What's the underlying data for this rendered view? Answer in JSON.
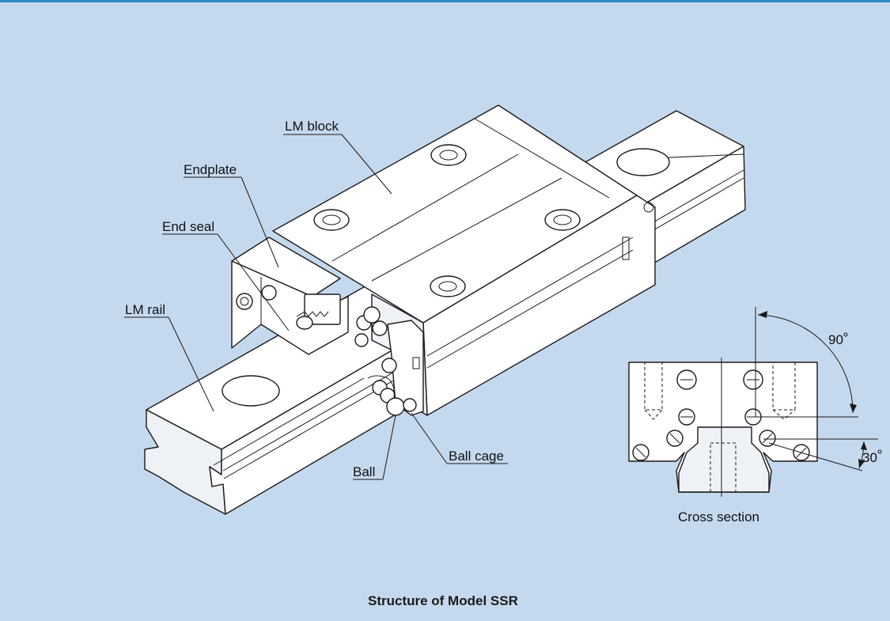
{
  "labels": {
    "lm_block": "LM block",
    "endplate": "Endplate",
    "end_seal": "End seal",
    "lm_rail": "LM rail",
    "ball_cage": "Ball cage",
    "ball": "Ball",
    "cross_section": "Cross section",
    "angle_90": "90",
    "angle_30": "30"
  },
  "caption": "Structure of Model SSR",
  "colors": {
    "background": "#c5d9ee",
    "top_rule": "#2f86c8",
    "line": "#1a1a1a",
    "fill": "#ffffff"
  }
}
